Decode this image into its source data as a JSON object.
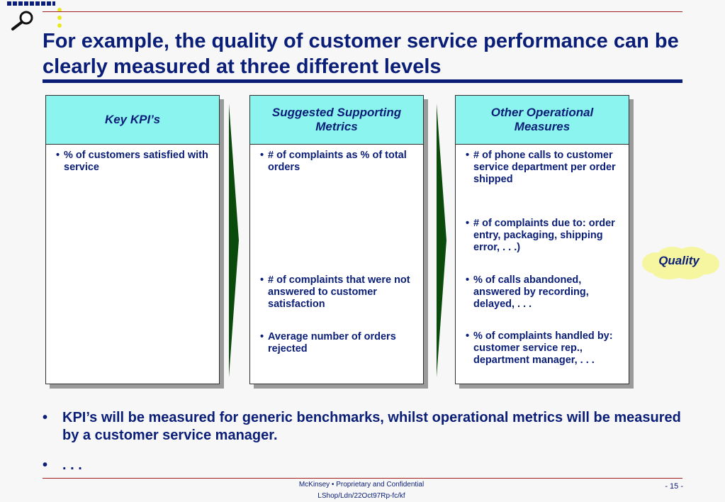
{
  "slide": {
    "title": "For example, the quality of customer service performance can be clearly measured at three different levels",
    "callout": "Quality",
    "columns": [
      {
        "header": "Key KPI’s",
        "items": [
          "% of customers satisfied with service"
        ]
      },
      {
        "header": "Suggested Supporting Metrics",
        "items": [
          "# of complaints as % of total orders",
          "# of complaints that were not answered to customer satisfaction",
          "Average number of orders rejected"
        ]
      },
      {
        "header": "Other Operational Measures",
        "items": [
          "# of phone calls to customer service department per order shipped",
          "# of complaints due to: order entry, packaging, shipping error, . . .)",
          "% of calls abandoned, answered by recording, delayed, . . .",
          "% of complaints handled by: customer service rep., department manager, . . ."
        ]
      }
    ],
    "bullets": [
      "KPI’s will be measured for generic benchmarks, whilst operational metrics will be measured by a customer service manager.",
      ". . ."
    ]
  },
  "footer": {
    "confidential": "McKinsey   • Proprietary and Confidential",
    "doc_code": "LShop/Ldn/22Oct97Rp-fc/kf",
    "page_number": "- 15 -"
  },
  "colors": {
    "navy": "#0a1e78",
    "cyan": "#8cf4ee",
    "arrow_green": "#0a4a0a",
    "cloud_yellow": "#f6f6a0",
    "rule_red": "#a32020"
  },
  "icons": [
    "magnifier-icon"
  ]
}
